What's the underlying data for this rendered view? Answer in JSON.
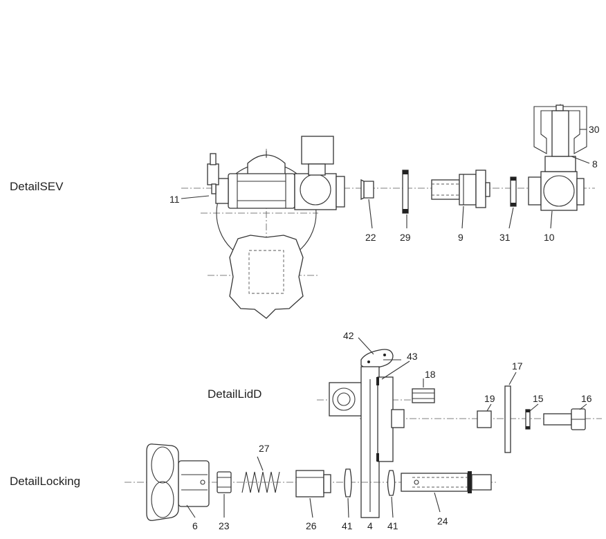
{
  "sections": {
    "sev": "DetailSEV",
    "lid": "DetailLidD",
    "locking": "DetailLocking"
  },
  "parts": {
    "p11": "11",
    "p22": "22",
    "p29": "29",
    "p9": "9",
    "p31": "31",
    "p10": "10",
    "p30": "30",
    "p8": "8",
    "p42": "42",
    "p43": "43",
    "p18": "18",
    "p17": "17",
    "p19": "19",
    "p15": "15",
    "p16": "16",
    "p27": "27",
    "p6": "6",
    "p23": "23",
    "p26": "26",
    "p41a": "41",
    "p4": "4",
    "p41b": "41",
    "p24": "24"
  }
}
